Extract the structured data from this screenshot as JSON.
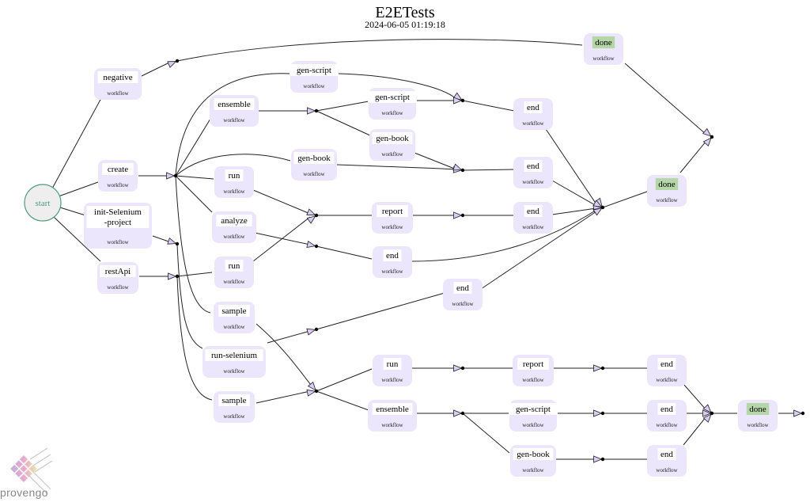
{
  "header": {
    "title": "E2ETests",
    "timestamp": "2024-06-05 01:19:18"
  },
  "start_node": {
    "label": "start",
    "stroke": "#4f9a7c",
    "fill": "#eeeeee",
    "text_color": "#4f9a7c"
  },
  "node_subtitle": "workflow",
  "colors": {
    "node_bg": "#ece6fc",
    "done_label_bg": "#b5d6a7",
    "arrow_fill": "#d9ccf5"
  },
  "nodes": [
    {
      "id": "negative",
      "label": "negative"
    },
    {
      "id": "create",
      "label": "create"
    },
    {
      "id": "init",
      "label": "init-Selenium\n-project"
    },
    {
      "id": "restApi",
      "label": "restApi"
    },
    {
      "id": "genscript1",
      "label": "gen-script"
    },
    {
      "id": "ensemble1",
      "label": "ensemble"
    },
    {
      "id": "genbook1",
      "label": "gen-book"
    },
    {
      "id": "run1",
      "label": "run"
    },
    {
      "id": "analyze",
      "label": "analyze"
    },
    {
      "id": "run2",
      "label": "run"
    },
    {
      "id": "sample1",
      "label": "sample"
    },
    {
      "id": "runsel",
      "label": "run-selenium"
    },
    {
      "id": "sample2",
      "label": "sample"
    },
    {
      "id": "genscript2",
      "label": "gen-script"
    },
    {
      "id": "genbook2",
      "label": "gen-book"
    },
    {
      "id": "report1",
      "label": "report"
    },
    {
      "id": "end_a",
      "label": "end"
    },
    {
      "id": "end1",
      "label": "end"
    },
    {
      "id": "end2",
      "label": "end"
    },
    {
      "id": "end3",
      "label": "end"
    },
    {
      "id": "end_b",
      "label": "end"
    },
    {
      "id": "run3",
      "label": "run"
    },
    {
      "id": "ensemble2",
      "label": "ensemble"
    },
    {
      "id": "report2",
      "label": "report"
    },
    {
      "id": "genscript3",
      "label": "gen-script"
    },
    {
      "id": "genbook3",
      "label": "gen-book"
    },
    {
      "id": "end4",
      "label": "end"
    },
    {
      "id": "end5",
      "label": "end"
    },
    {
      "id": "end6",
      "label": "end"
    },
    {
      "id": "done1",
      "label": "done",
      "done": true
    },
    {
      "id": "done2",
      "label": "done",
      "done": true
    },
    {
      "id": "done3",
      "label": "done",
      "done": true
    }
  ],
  "edges": [
    [
      "start",
      "negative"
    ],
    [
      "start",
      "create"
    ],
    [
      "start",
      "init"
    ],
    [
      "start",
      "restApi"
    ],
    [
      "negative",
      "done1"
    ],
    [
      "create",
      "genscript1"
    ],
    [
      "create",
      "ensemble1"
    ],
    [
      "create",
      "genbook1"
    ],
    [
      "create",
      "run1"
    ],
    [
      "create",
      "analyze"
    ],
    [
      "init",
      "run2"
    ],
    [
      "init",
      "sample1"
    ],
    [
      "init",
      "runsel"
    ],
    [
      "init",
      "sample2"
    ],
    [
      "restApi",
      "run2"
    ],
    [
      "restApi",
      "sample1"
    ],
    [
      "ensemble1",
      "genscript2"
    ],
    [
      "ensemble1",
      "genbook1b"
    ],
    [
      "run1",
      "report1"
    ],
    [
      "run2",
      "report1"
    ],
    [
      "analyze",
      "end_a"
    ],
    [
      "genscript1",
      "end1"
    ],
    [
      "genscript2",
      "end1"
    ],
    [
      "genbook1",
      "end2"
    ],
    [
      "genbook2",
      "end2"
    ],
    [
      "report1",
      "end3"
    ],
    [
      "runsel",
      "end_b"
    ],
    [
      "sample1",
      "run3"
    ],
    [
      "sample2",
      "run3"
    ],
    [
      "run3",
      "report2"
    ],
    [
      "ensemble2",
      "genscript3"
    ],
    [
      "report2",
      "end4"
    ],
    [
      "genscript3",
      "end5"
    ],
    [
      "genbook3",
      "end6"
    ],
    [
      "end1",
      "done2"
    ],
    [
      "end2",
      "done2"
    ],
    [
      "end3",
      "done2"
    ],
    [
      "end_a",
      "done2"
    ],
    [
      "end_b",
      "done2"
    ],
    [
      "done1",
      "done2"
    ],
    [
      "end4",
      "done3"
    ],
    [
      "end5",
      "done3"
    ],
    [
      "end6",
      "done3"
    ]
  ],
  "logo": {
    "text": "provengo"
  }
}
